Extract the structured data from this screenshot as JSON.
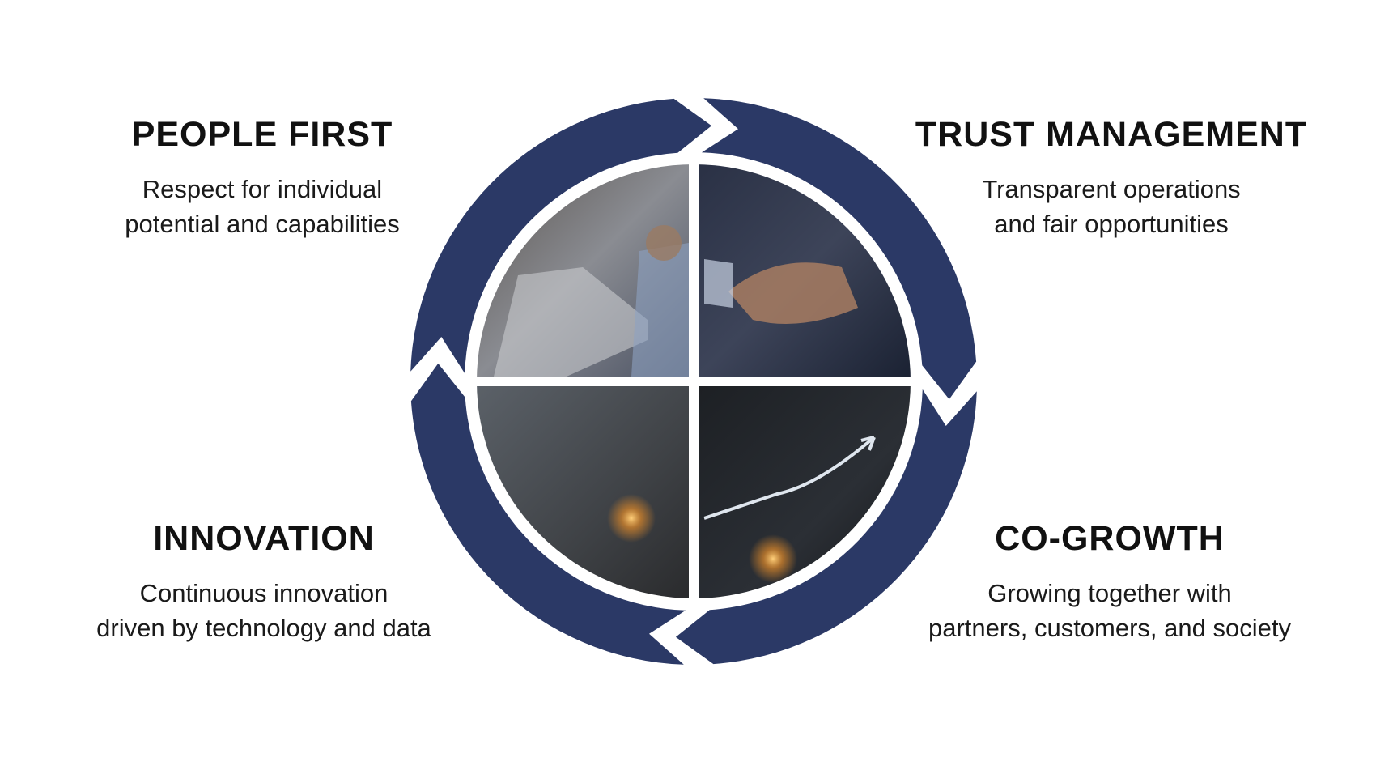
{
  "colors": {
    "ring": "#2b3966",
    "ring_dark": "#1f2a52",
    "text": "#111111"
  },
  "quadrants": [
    {
      "title": "PEOPLE FIRST",
      "lines": [
        "Respect for individual",
        "potential and capabilities"
      ],
      "photo": "colleagues-handshake-photo"
    },
    {
      "title": "TRUST MANAGEMENT",
      "lines": [
        "Transparent operations",
        "and fair opportunities"
      ],
      "photo": "business-handshake-photo"
    },
    {
      "title": "INNOVATION",
      "lines": [
        "Continuous innovation",
        "driven by technology and data"
      ],
      "photo": "digital-technology-photo"
    },
    {
      "title": "CO-GROWTH",
      "lines": [
        "Growing together with",
        "partners, customers, and society"
      ],
      "photo": "growth-chart-photo"
    }
  ]
}
